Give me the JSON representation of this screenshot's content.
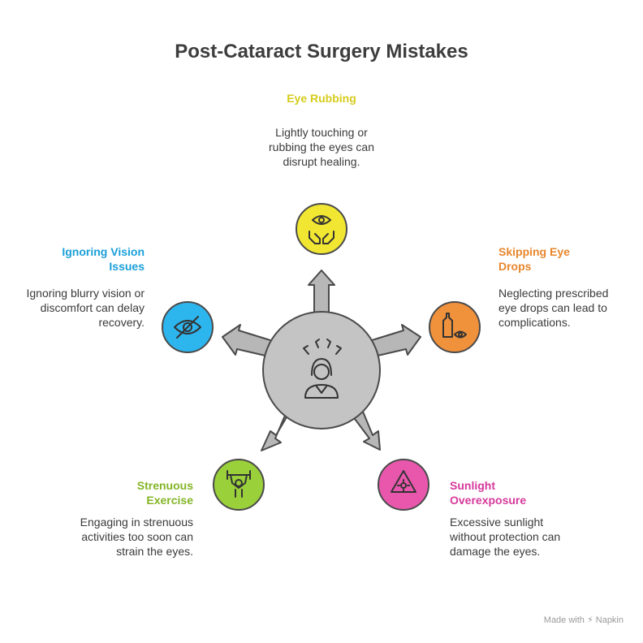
{
  "title": "Post-Cataract Surgery Mistakes",
  "center": {
    "icon": "stressed-person-icon"
  },
  "items": [
    {
      "key": "eye-rubbing",
      "heading": "Eye Rubbing",
      "description": "Lightly touching or rubbing the eyes can disrupt healing.",
      "color": "#d6cc1c",
      "fill": "#f1e732",
      "icon": "eye-hands-icon"
    },
    {
      "key": "skipping-eye-drops",
      "heading": "Skipping Eye Drops",
      "description": "Neglecting prescribed eye drops can lead to complications.",
      "color": "#e8862c",
      "fill": "#f0913c",
      "icon": "eye-drop-bottle-icon"
    },
    {
      "key": "sunlight-overexposure",
      "heading": "Sunlight Overexposure",
      "description": "Excessive sunlight without protection can damage the eyes.",
      "color": "#d6399b",
      "fill": "#e957ad",
      "icon": "sun-warning-icon"
    },
    {
      "key": "strenuous-exercise",
      "heading": "Strenuous Exercise",
      "description": "Engaging in strenuous activities too soon can strain the eyes.",
      "color": "#83b526",
      "fill": "#9ad03a",
      "icon": "weightlifter-icon"
    },
    {
      "key": "ignoring-vision-issues",
      "heading": "Ignoring Vision Issues",
      "description": "Ignoring blurry vision or discomfort can delay recovery.",
      "color": "#1a9fd9",
      "fill": "#2db5ee",
      "icon": "eye-slash-icon"
    }
  ],
  "watermark": "Made with ⚡ Napkin"
}
